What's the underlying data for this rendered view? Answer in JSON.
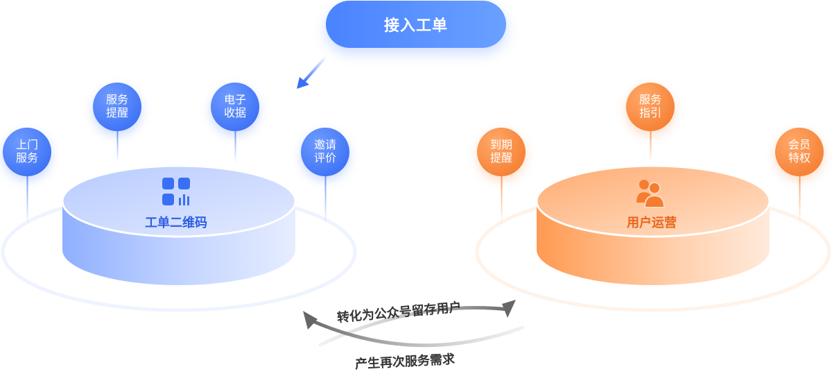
{
  "top_button": {
    "label": "接入工单"
  },
  "left_group": {
    "title": "工单二维码",
    "bubbles": [
      {
        "label": "上门\n服务"
      },
      {
        "label": "服务\n提醒"
      },
      {
        "label": "电子\n收据"
      },
      {
        "label": "邀请\n评价"
      }
    ]
  },
  "right_group": {
    "title": "用户运营",
    "bubbles": [
      {
        "label": "到期\n提醒"
      },
      {
        "label": "服务\n指引"
      },
      {
        "label": "会员\n特权"
      }
    ]
  },
  "cycle": {
    "top_label": "转化为公众号留存用户",
    "bottom_label": "产生再次服务需求"
  },
  "colors": {
    "blue_accent": "#3a6ff5",
    "orange_accent": "#f57d30"
  }
}
